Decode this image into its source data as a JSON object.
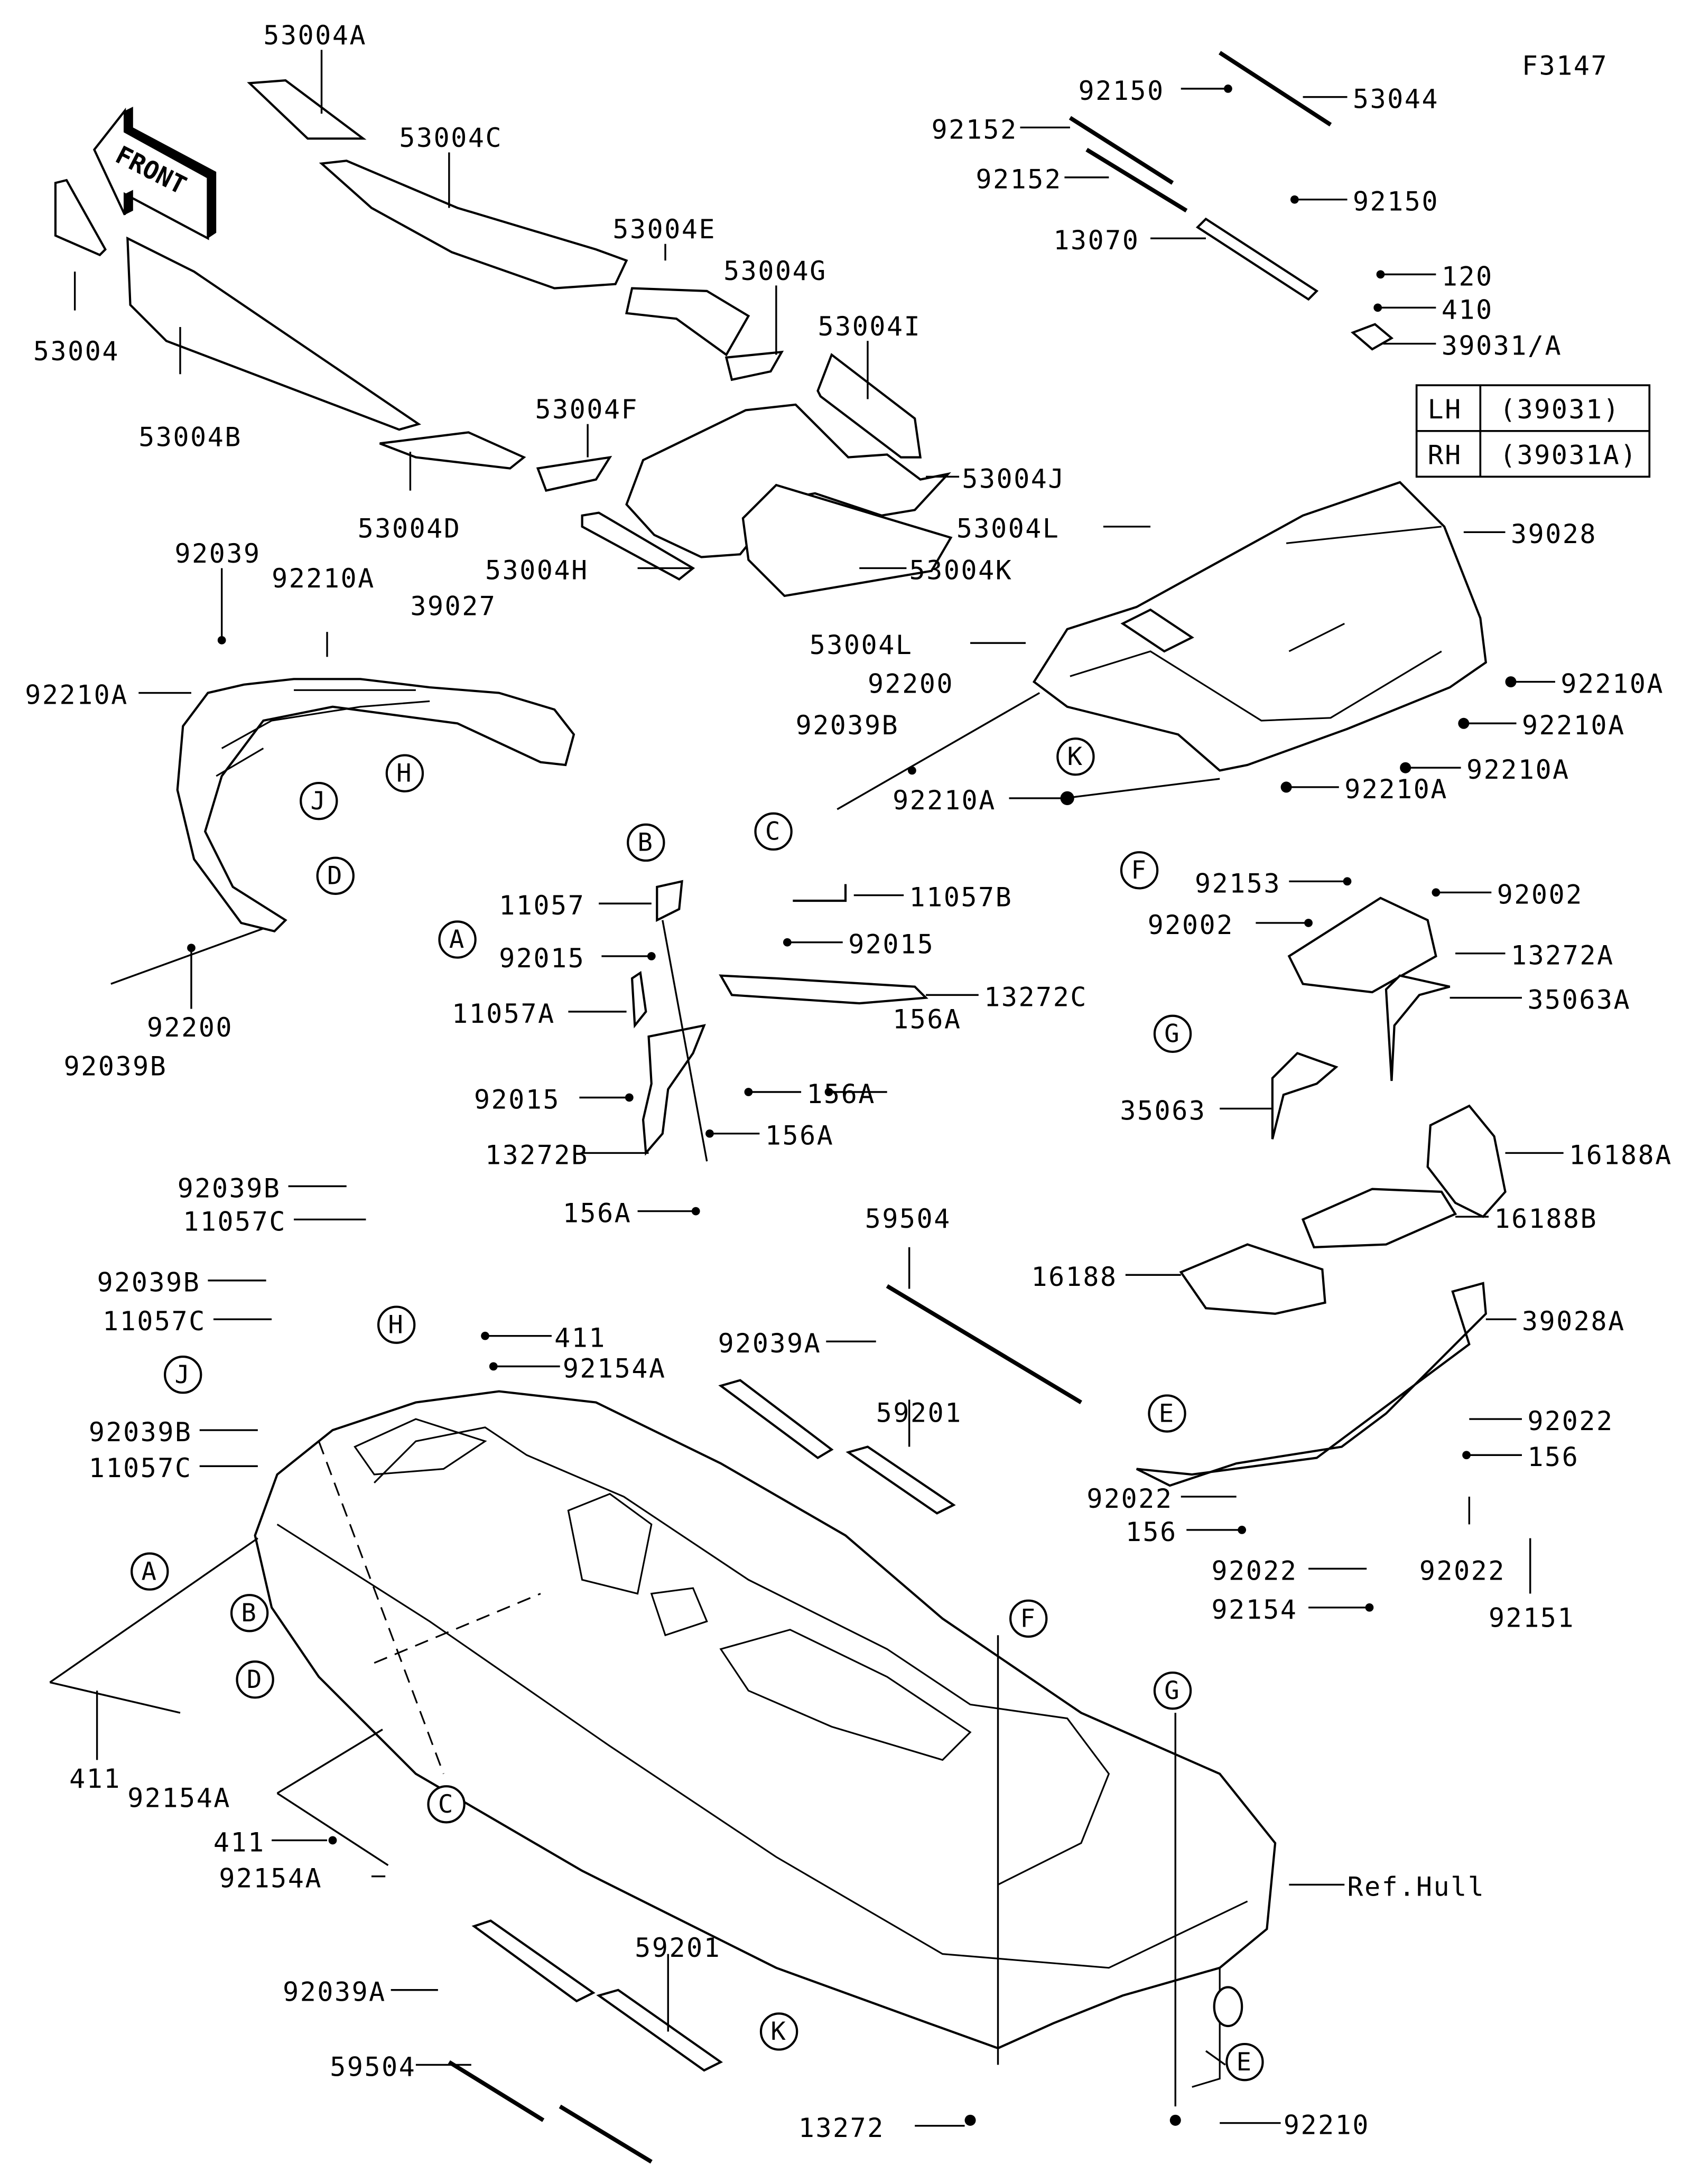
{
  "diagram": {
    "figure_id": "F3147",
    "front_arrow": "FRONT",
    "ref_label": "Ref.Hull",
    "side_table": {
      "rows": [
        {
          "side": "LH",
          "part": "(39031)"
        },
        {
          "side": "RH",
          "part": "(39031A)"
        }
      ]
    },
    "labels": [
      {
        "id": "53004A",
        "text": "53004A"
      },
      {
        "id": "53004C",
        "text": "53004C"
      },
      {
        "id": "53004E",
        "text": "53004E"
      },
      {
        "id": "53004G",
        "text": "53004G"
      },
      {
        "id": "53004I",
        "text": "53004I"
      },
      {
        "id": "53004",
        "text": "53004"
      },
      {
        "id": "53004B",
        "text": "53004B"
      },
      {
        "id": "53004F",
        "text": "53004F"
      },
      {
        "id": "53004D",
        "text": "53004D"
      },
      {
        "id": "53004J",
        "text": "53004J"
      },
      {
        "id": "53004H",
        "text": "53004H"
      },
      {
        "id": "53004K",
        "text": "53004K"
      },
      {
        "id": "92150a",
        "text": "92150"
      },
      {
        "id": "53044",
        "text": "53044"
      },
      {
        "id": "92152a",
        "text": "92152"
      },
      {
        "id": "92152b",
        "text": "92152"
      },
      {
        "id": "92150b",
        "text": "92150"
      },
      {
        "id": "13070",
        "text": "13070"
      },
      {
        "id": "120",
        "text": "120"
      },
      {
        "id": "410",
        "text": "410"
      },
      {
        "id": "39031A",
        "text": "39031/A"
      },
      {
        "id": "53004La",
        "text": "53004L"
      },
      {
        "id": "39028",
        "text": "39028"
      },
      {
        "id": "53004Lb",
        "text": "53004L"
      },
      {
        "id": "92210Aa",
        "text": "92210A"
      },
      {
        "id": "92200a",
        "text": "92200"
      },
      {
        "id": "92039Ba",
        "text": "92039B"
      },
      {
        "id": "92210Ab",
        "text": "92210A"
      },
      {
        "id": "92210Ac",
        "text": "92210A"
      },
      {
        "id": "92210Ad",
        "text": "92210A"
      },
      {
        "id": "92210Ae",
        "text": "92210A"
      },
      {
        "id": "92039",
        "text": "92039"
      },
      {
        "id": "92210Af",
        "text": "92210A"
      },
      {
        "id": "39027",
        "text": "39027"
      },
      {
        "id": "92210Ag",
        "text": "92210A"
      },
      {
        "id": "92200b",
        "text": "92200"
      },
      {
        "id": "92039Bb",
        "text": "92039B"
      },
      {
        "id": "11057",
        "text": "11057"
      },
      {
        "id": "92015a",
        "text": "92015"
      },
      {
        "id": "11057B",
        "text": "11057B"
      },
      {
        "id": "92015b",
        "text": "92015"
      },
      {
        "id": "13272C",
        "text": "13272C"
      },
      {
        "id": "11057A",
        "text": "11057A"
      },
      {
        "id": "92015c",
        "text": "92015"
      },
      {
        "id": "156Aa",
        "text": "156A"
      },
      {
        "id": "156Ab",
        "text": "156A"
      },
      {
        "id": "156Ac",
        "text": "156A"
      },
      {
        "id": "13272B",
        "text": "13272B"
      },
      {
        "id": "156Ad",
        "text": "156A"
      },
      {
        "id": "92153",
        "text": "92153"
      },
      {
        "id": "92002a",
        "text": "92002"
      },
      {
        "id": "92002b",
        "text": "92002"
      },
      {
        "id": "13272A",
        "text": "13272A"
      },
      {
        "id": "35063A",
        "text": "35063A"
      },
      {
        "id": "35063",
        "text": "35063"
      },
      {
        "id": "16188A",
        "text": "16188A"
      },
      {
        "id": "16188B",
        "text": "16188B"
      },
      {
        "id": "16188",
        "text": "16188"
      },
      {
        "id": "39028A",
        "text": "39028A"
      },
      {
        "id": "92022a",
        "text": "92022"
      },
      {
        "id": "156a",
        "text": "156"
      },
      {
        "id": "92022b",
        "text": "92022"
      },
      {
        "id": "156b",
        "text": "156"
      },
      {
        "id": "92022c",
        "text": "92022"
      },
      {
        "id": "92154",
        "text": "92154"
      },
      {
        "id": "92022d",
        "text": "92022"
      },
      {
        "id": "92151",
        "text": "92151"
      },
      {
        "id": "92039Bc",
        "text": "92039B"
      },
      {
        "id": "11057Ca",
        "text": "11057C"
      },
      {
        "id": "92039Bd",
        "text": "92039B"
      },
      {
        "id": "11057Cb",
        "text": "11057C"
      },
      {
        "id": "92039Be",
        "text": "92039B"
      },
      {
        "id": "11057Cc",
        "text": "11057C"
      },
      {
        "id": "411a",
        "text": "411"
      },
      {
        "id": "92154Aa",
        "text": "92154A"
      },
      {
        "id": "59504a",
        "text": "59504"
      },
      {
        "id": "92039Aa",
        "text": "92039A"
      },
      {
        "id": "59201a",
        "text": "59201"
      },
      {
        "id": "411b",
        "text": "411"
      },
      {
        "id": "92154Ab",
        "text": "92154A"
      },
      {
        "id": "411c",
        "text": "411"
      },
      {
        "id": "92154Ac",
        "text": "92154A"
      },
      {
        "id": "92039Ab",
        "text": "92039A"
      },
      {
        "id": "59201b",
        "text": "59201"
      },
      {
        "id": "59504b",
        "text": "59504"
      },
      {
        "id": "13272",
        "text": "13272"
      },
      {
        "id": "92210",
        "text": "92210"
      }
    ],
    "callouts": [
      "A",
      "B",
      "C",
      "D",
      "E",
      "F",
      "G",
      "H",
      "J",
      "K"
    ]
  }
}
